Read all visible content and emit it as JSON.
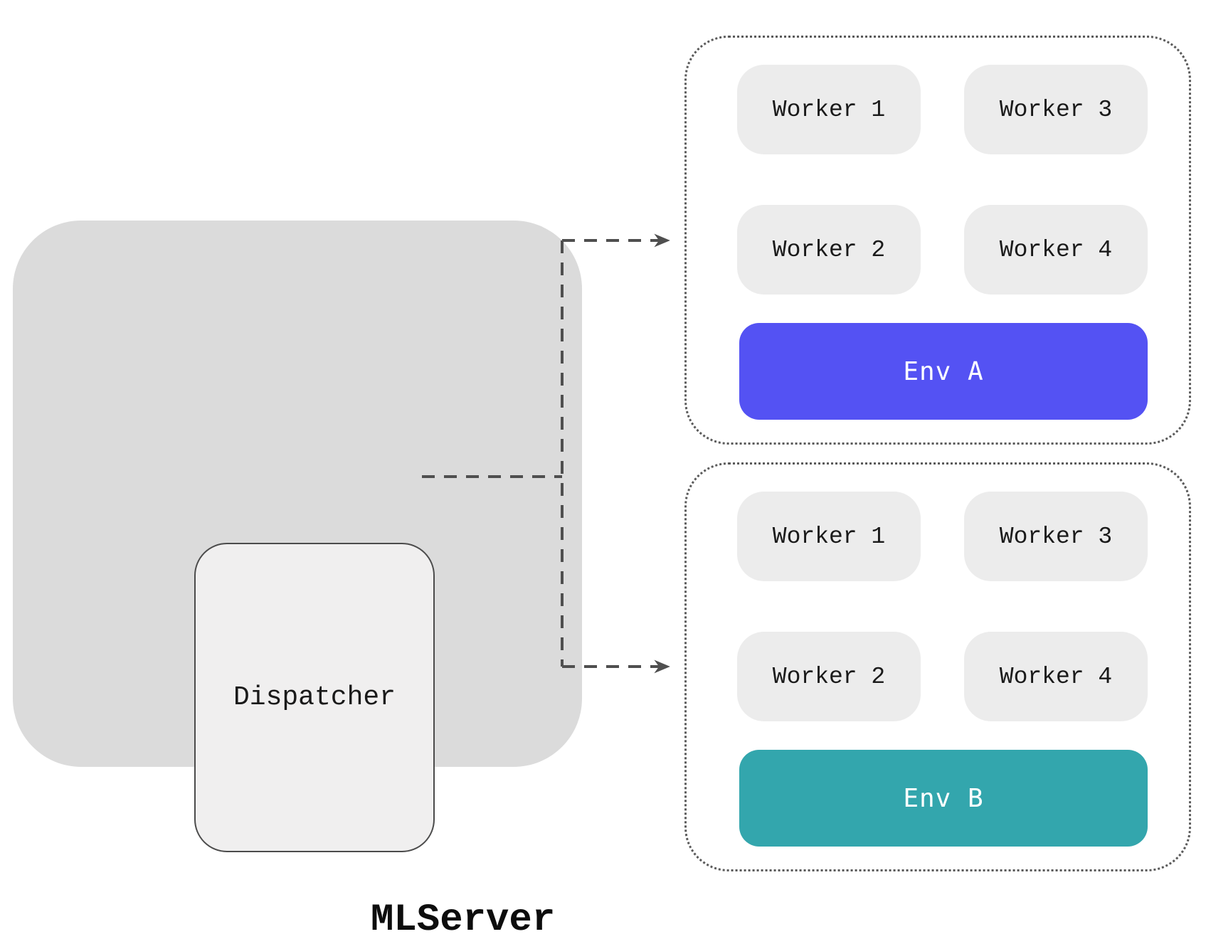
{
  "diagram": {
    "server": {
      "label": "MLServer"
    },
    "dispatcher": {
      "label": "Dispatcher"
    },
    "groups": [
      {
        "id": "env-a",
        "workers": [
          "Worker 1",
          "Worker 3",
          "Worker 2",
          "Worker 4"
        ],
        "env_label": "Env A",
        "env_color": "#5452f3"
      },
      {
        "id": "env-b",
        "workers": [
          "Worker 1",
          "Worker 3",
          "Worker 2",
          "Worker 4"
        ],
        "env_label": "Env B",
        "env_color": "#33a6ad"
      }
    ],
    "colors": {
      "server_box": "#dbdbdb",
      "dispatcher_fill": "#f0efef",
      "worker_fill": "#ececec",
      "connector": "#4f4f4f",
      "container_border": "#5a5a5a"
    }
  }
}
